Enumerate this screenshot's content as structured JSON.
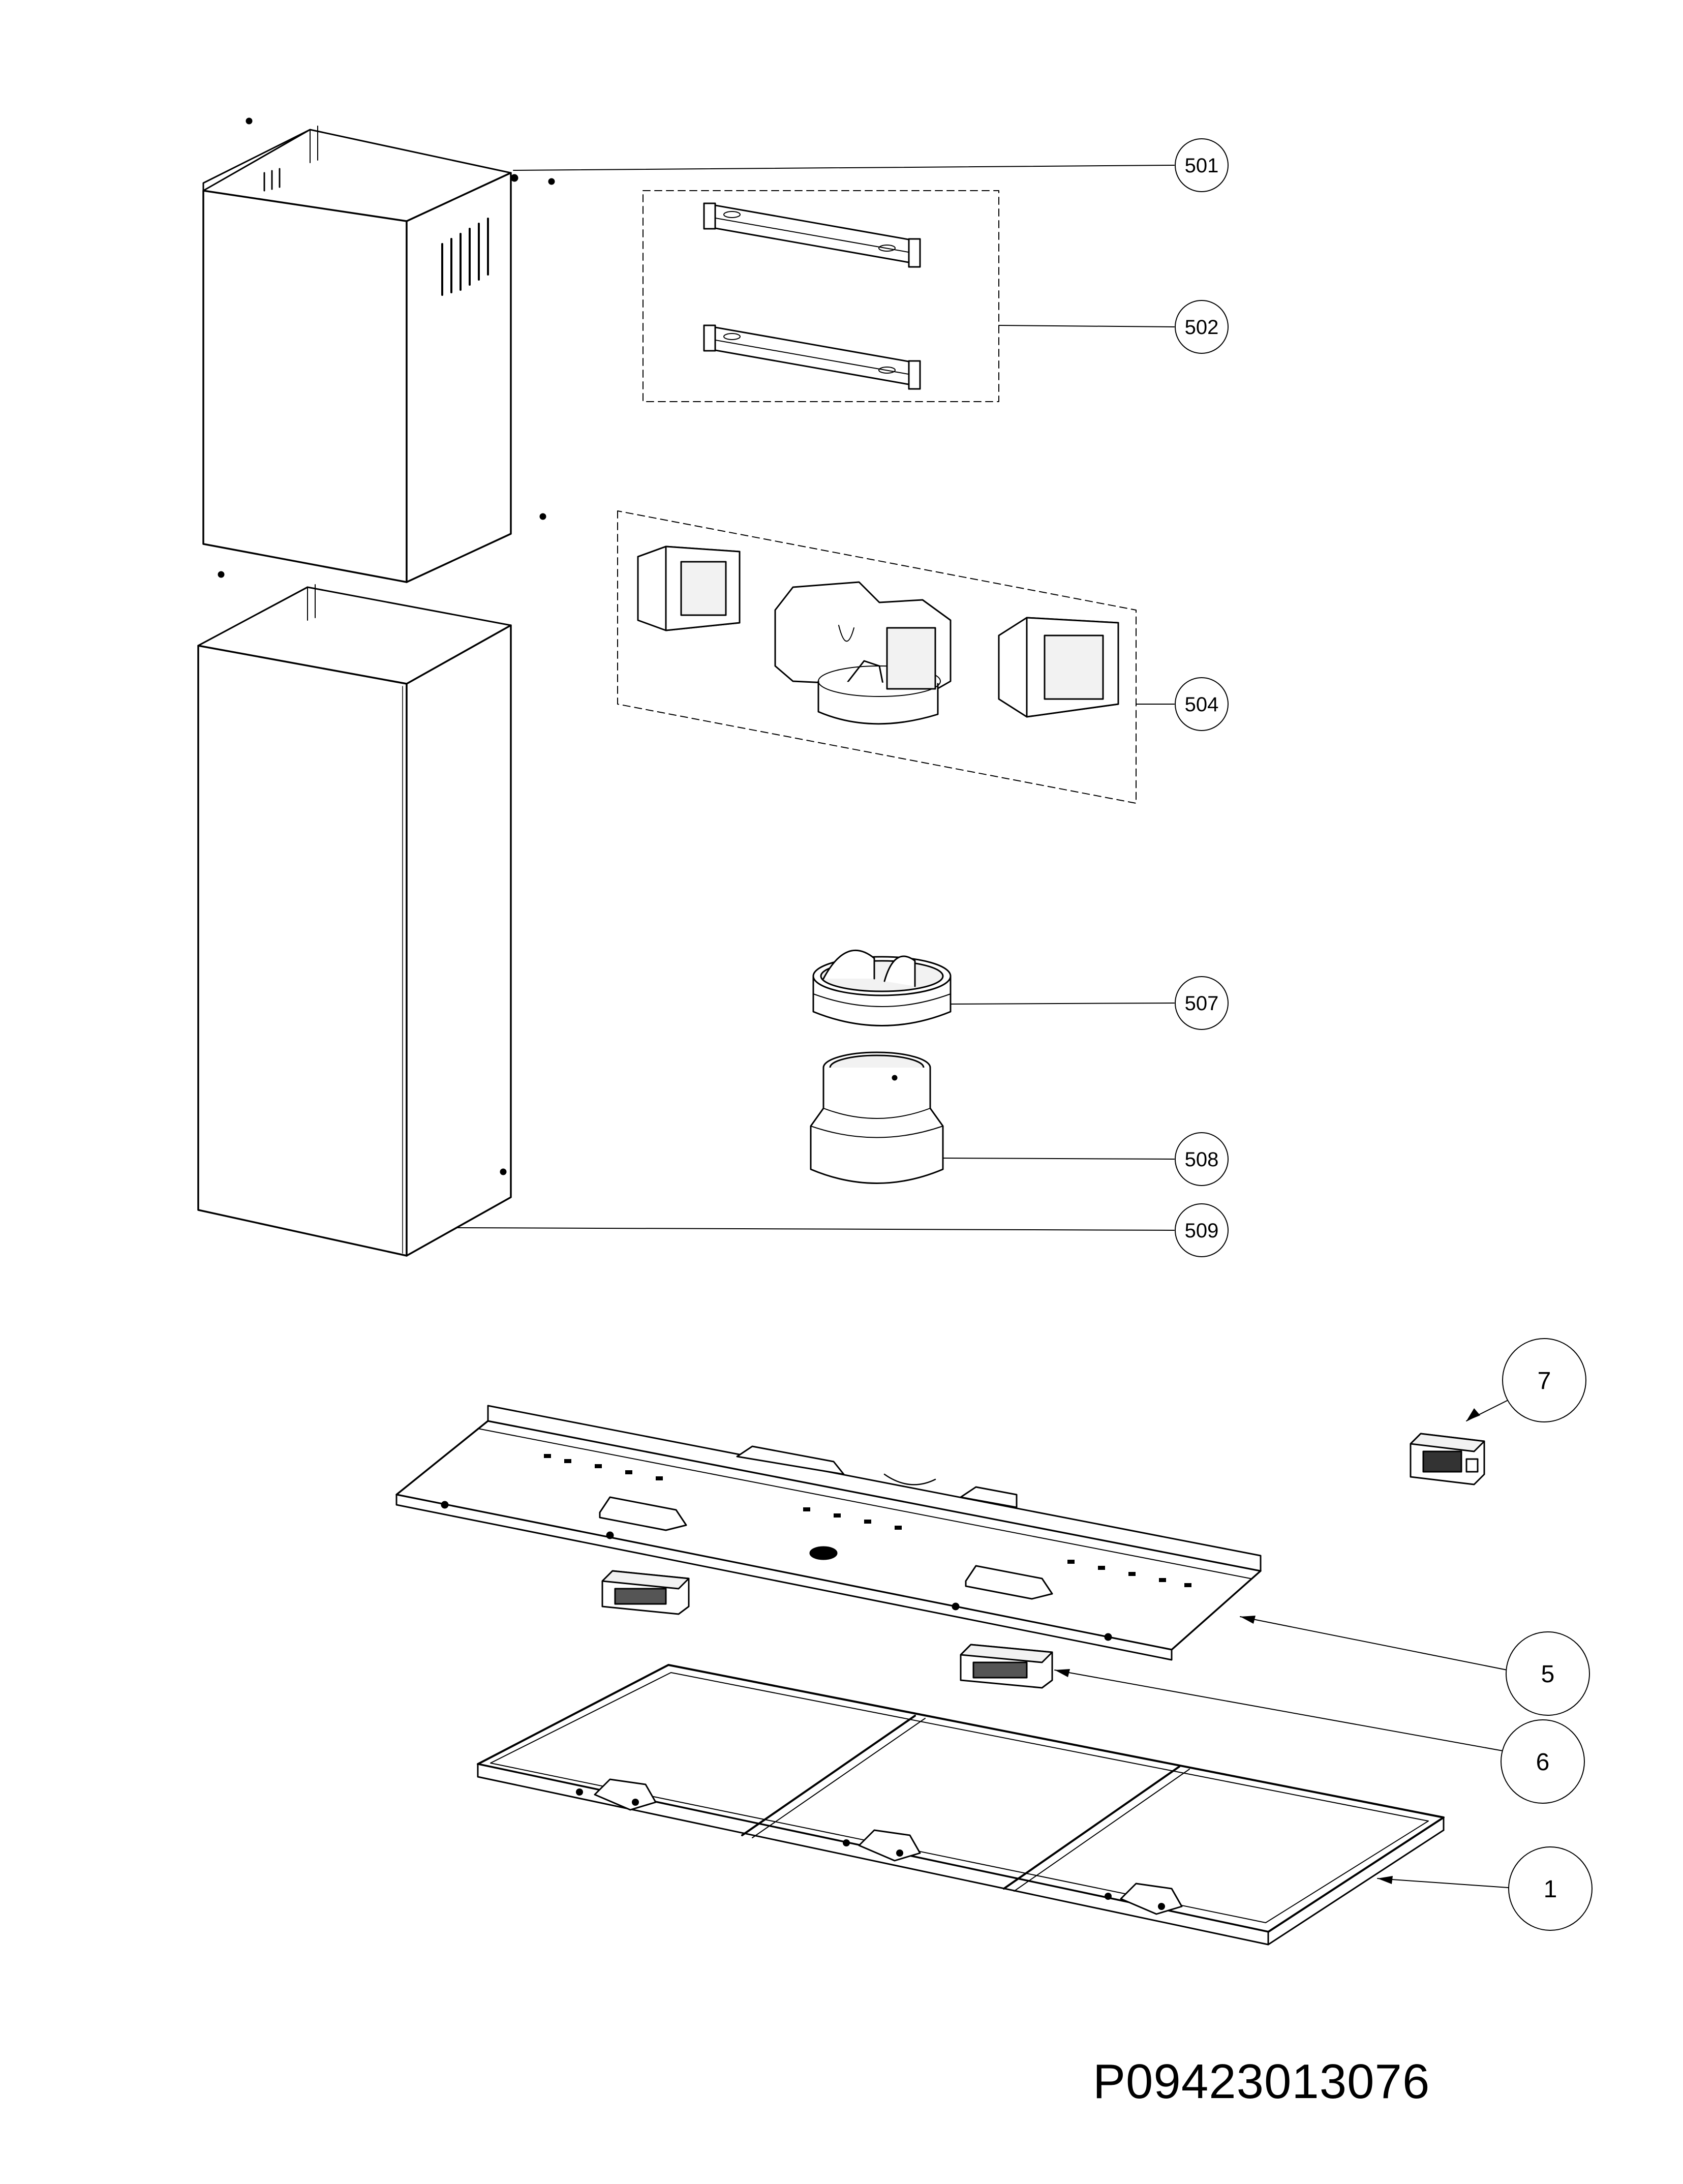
{
  "document_code": "P09423013076",
  "callouts": [
    {
      "label": "501"
    },
    {
      "label": "502"
    },
    {
      "label": "504"
    },
    {
      "label": "507"
    },
    {
      "label": "508"
    },
    {
      "label": "509"
    },
    {
      "label": "7"
    },
    {
      "label": "5"
    },
    {
      "label": "6"
    },
    {
      "label": "1"
    }
  ],
  "colors": {
    "line": "#000000",
    "fill": "#ffffff",
    "shade": "#f2f2f2"
  }
}
